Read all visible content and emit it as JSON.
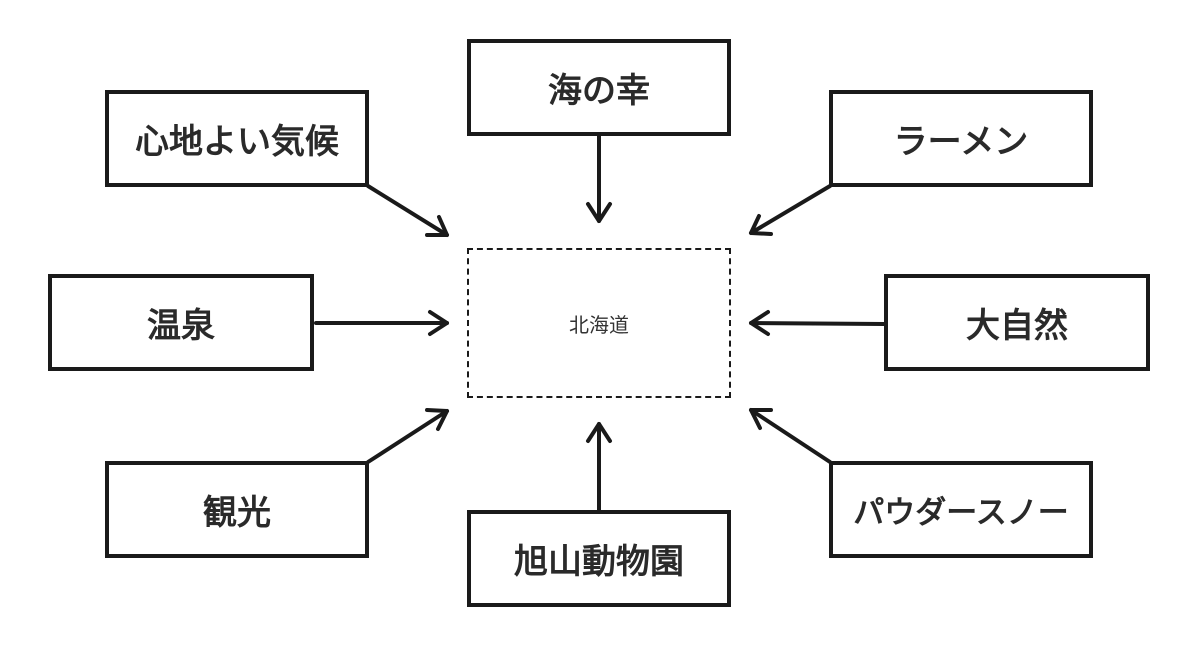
{
  "center": {
    "label": "北海道"
  },
  "nodes": {
    "top": "海の幸",
    "top_left": "心地よい気候",
    "top_right": "ラーメン",
    "left": "温泉",
    "right": "大自然",
    "bottom_left": "観光",
    "bottom": "旭山動物園",
    "bottom_right": "パウダースノー"
  },
  "colors": {
    "border": "#1a1a1a",
    "text": "#2a2a2a",
    "background": "#ffffff"
  }
}
